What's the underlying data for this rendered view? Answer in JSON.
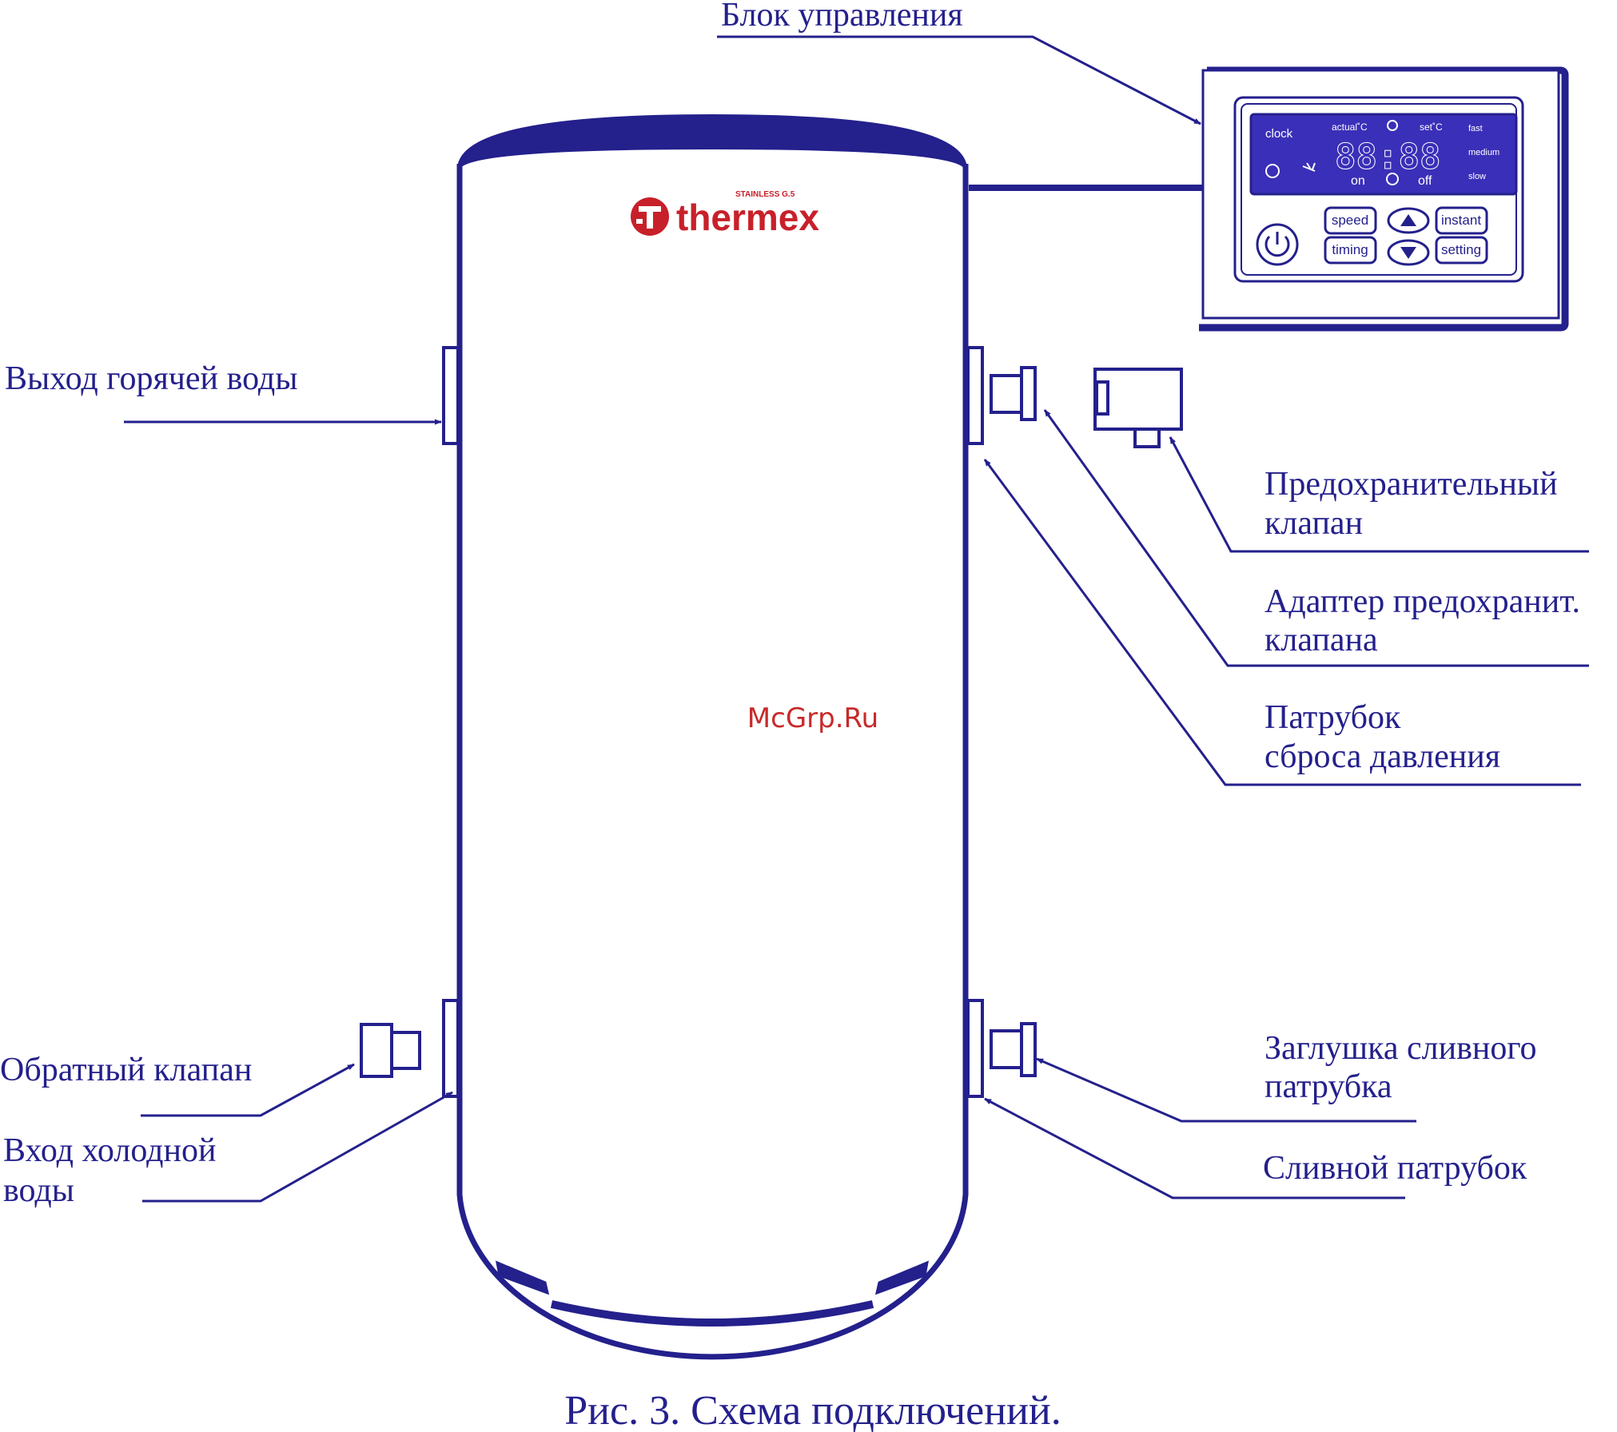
{
  "labels": {
    "control_unit": "Блок управления",
    "hot_water_outlet": "Выход горячей воды",
    "safety_valve_1": "Предохранительный",
    "safety_valve_2": "клапан",
    "adapter_1": "Адаптер предохранит.",
    "adapter_2": "клапана",
    "relief_pipe_1": "Патрубок",
    "relief_pipe_2": "сброса давления",
    "check_valve": "Обратный клапан",
    "cold_inlet_1": "Вход холодной",
    "cold_inlet_2": "воды",
    "drain_plug_1": "Заглушка сливного",
    "drain_plug_2": "патрубка",
    "drain_pipe": "Сливной патрубок"
  },
  "brand": {
    "name": "thermex",
    "subline": "STAINLESS G.5",
    "watermark": "McGrp.Ru"
  },
  "panel": {
    "clock": "clock",
    "actual": "actual˚C",
    "set": "set˚C",
    "digits": "88:88",
    "on": "on",
    "off": "off",
    "fast": "fast",
    "medium": "medium",
    "slow": "slow",
    "speed": "speed",
    "timing": "timing",
    "instant": "instant",
    "setting": "setting"
  },
  "caption": "Рис. 3. Схема подключений.",
  "colors": {
    "line": "#24208c",
    "display": "#3a2fb8",
    "brand_red": "#c8202a",
    "watermark": "#c82a2a"
  }
}
